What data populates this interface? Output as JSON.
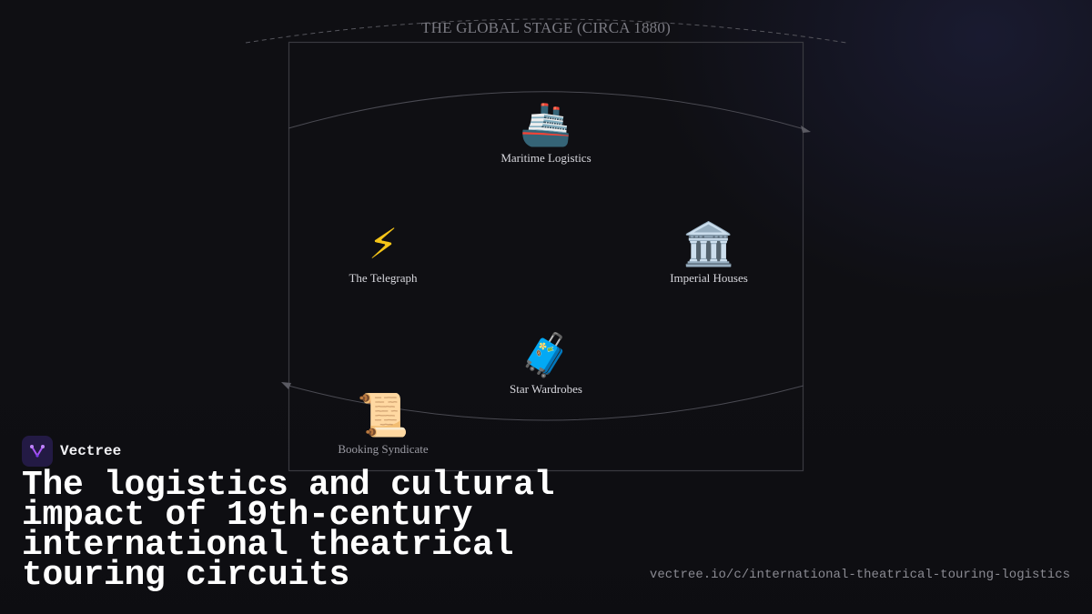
{
  "diagram": {
    "title": "THE GLOBAL STAGE (CIRCA 1880)",
    "nodes": [
      {
        "id": "maritime",
        "icon": "cruise-ship-icon",
        "glyph": "🚢",
        "label": "Maritime Logistics"
      },
      {
        "id": "telegraph",
        "icon": "lightning-icon",
        "glyph": "⚡",
        "label": "The Telegraph"
      },
      {
        "id": "imperial",
        "icon": "classical-building-icon",
        "glyph": "🏛️",
        "label": "Imperial Houses"
      },
      {
        "id": "wardrobes",
        "icon": "luggage-icon",
        "glyph": "🧳",
        "label": "Star Wardrobes"
      },
      {
        "id": "syndicate",
        "icon": "scroll-icon",
        "glyph": "📜",
        "label": "Booking Syndicate"
      }
    ]
  },
  "brand": {
    "name": "Vectree",
    "logo_icon": "vectree-logo-icon",
    "accent": "#8b5cf6"
  },
  "headline": "The logistics and cultural impact of 19th-century international theatrical touring circuits",
  "url": "vectree.io/c/international-theatrical-touring-logistics"
}
